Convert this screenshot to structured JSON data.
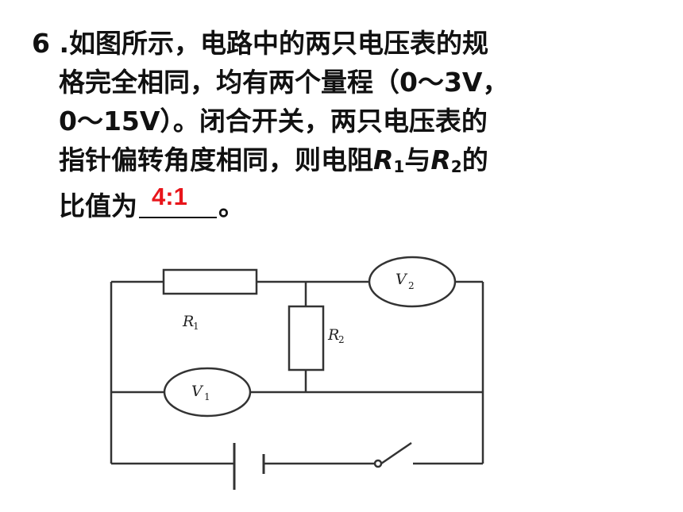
{
  "question": {
    "number": "6",
    "lines": [
      ".如图所示，电路中的两只电压表的规",
      "格完全相同，均有两个量程（0～3V，",
      "0～15V）。闭合开关，两只电压表的",
      "指针偏转角度相同，则电阻",
      "与",
      "的",
      "比值为",
      "。"
    ],
    "r1": "R",
    "r1_sub": "1",
    "r2": "R",
    "r2_sub": "2",
    "answer": "4:1"
  },
  "circuit": {
    "resistor1_label": "R",
    "resistor1_sub": "1",
    "resistor2_label": "R",
    "resistor2_sub": "2",
    "voltmeter1_label": "V",
    "voltmeter1_sub": "1",
    "voltmeter2_label": "V",
    "voltmeter2_sub": "2"
  },
  "colors": {
    "answer": "#e8151b",
    "text": "#111111",
    "wire": "#333333"
  }
}
